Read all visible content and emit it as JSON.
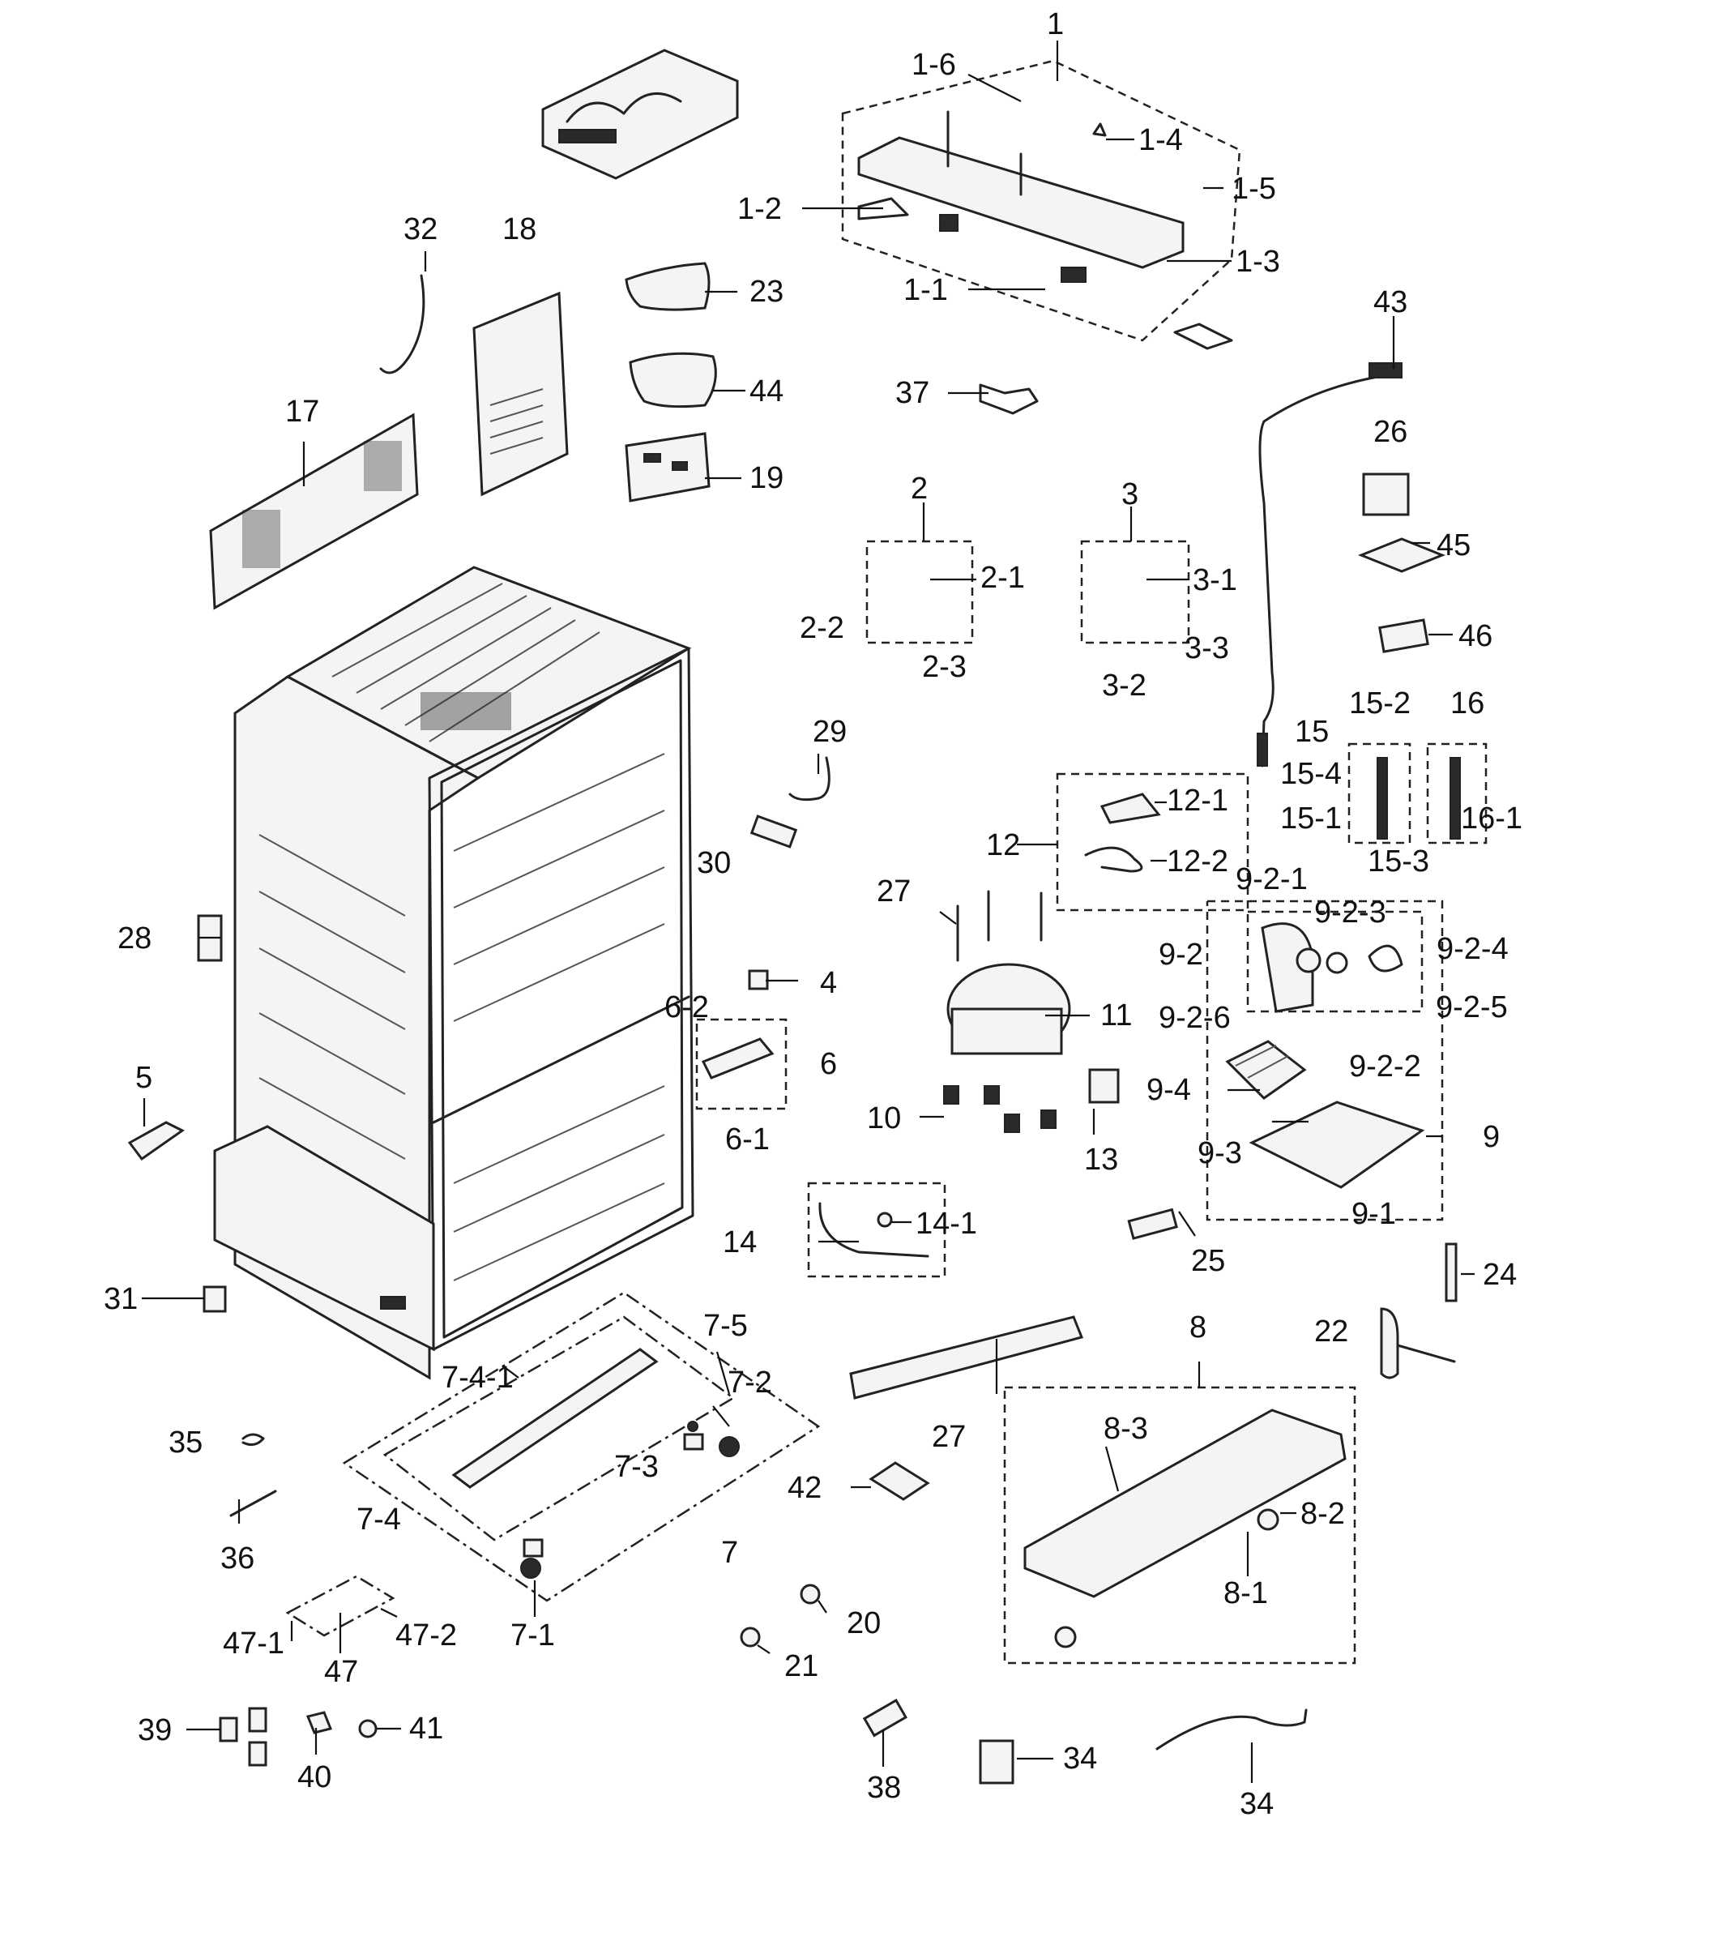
{
  "diagram": {
    "labels": {
      "l_1": "1",
      "l_1_6": "1-6",
      "l_1_4": "1-4",
      "l_1_5": "1-5",
      "l_1_2": "1-2",
      "l_1_3": "1-3",
      "l_1_1": "1-1",
      "l_32": "32",
      "l_18": "18",
      "l_23": "23",
      "l_44": "44",
      "l_37": "37",
      "l_43": "43",
      "l_17": "17",
      "l_19": "19",
      "l_26": "26",
      "l_2": "2",
      "l_2_1": "2-1",
      "l_2_2": "2-2",
      "l_2_3": "2-3",
      "l_3": "3",
      "l_3_1": "3-1",
      "l_3_2": "3-2",
      "l_3_3": "3-3",
      "l_45": "45",
      "l_46": "46",
      "l_29": "29",
      "l_15": "15",
      "l_15_2": "15-2",
      "l_16": "16",
      "l_15_4": "15-4",
      "l_15_1": "15-1",
      "l_16_1": "16-1",
      "l_15_3": "15-3",
      "l_30": "30",
      "l_12": "12",
      "l_12_1": "12-1",
      "l_12_2": "12-2",
      "l_27a": "27",
      "l_9_2_1": "9-2-1",
      "l_9_2_3": "9-2-3",
      "l_9_2": "9-2",
      "l_9_2_4": "9-2-4",
      "l_28": "28",
      "l_4": "4",
      "l_11": "11",
      "l_9_2_5": "9-2-5",
      "l_9_2_6": "9-2-6",
      "l_6_2": "6-2",
      "l_6": "6",
      "l_9_2_2": "9-2-2",
      "l_5": "5",
      "l_9_4": "9-4",
      "l_6_1": "6-1",
      "l_10": "10",
      "l_9": "9",
      "l_13": "13",
      "l_9_3": "9-3",
      "l_9_1": "9-1",
      "l_14": "14",
      "l_14_1": "14-1",
      "l_25": "25",
      "l_24": "24",
      "l_31": "31",
      "l_8": "8",
      "l_7_5": "7-5",
      "l_22": "22",
      "l_7_4_1": "7-4-1",
      "l_7_2": "7-2",
      "l_35": "35",
      "l_27b": "27",
      "l_8_3": "8-3",
      "l_7_3": "7-3",
      "l_42": "42",
      "l_7_4": "7-4",
      "l_7": "7",
      "l_8_2": "8-2",
      "l_36": "36",
      "l_8_1": "8-1",
      "l_20": "20",
      "l_47_1": "47-1",
      "l_47_2": "47-2",
      "l_7_1": "7-1",
      "l_21": "21",
      "l_47": "47",
      "l_39": "39",
      "l_41": "41",
      "l_40": "40",
      "l_38": "38",
      "l_34a": "34",
      "l_34b": "34"
    }
  }
}
